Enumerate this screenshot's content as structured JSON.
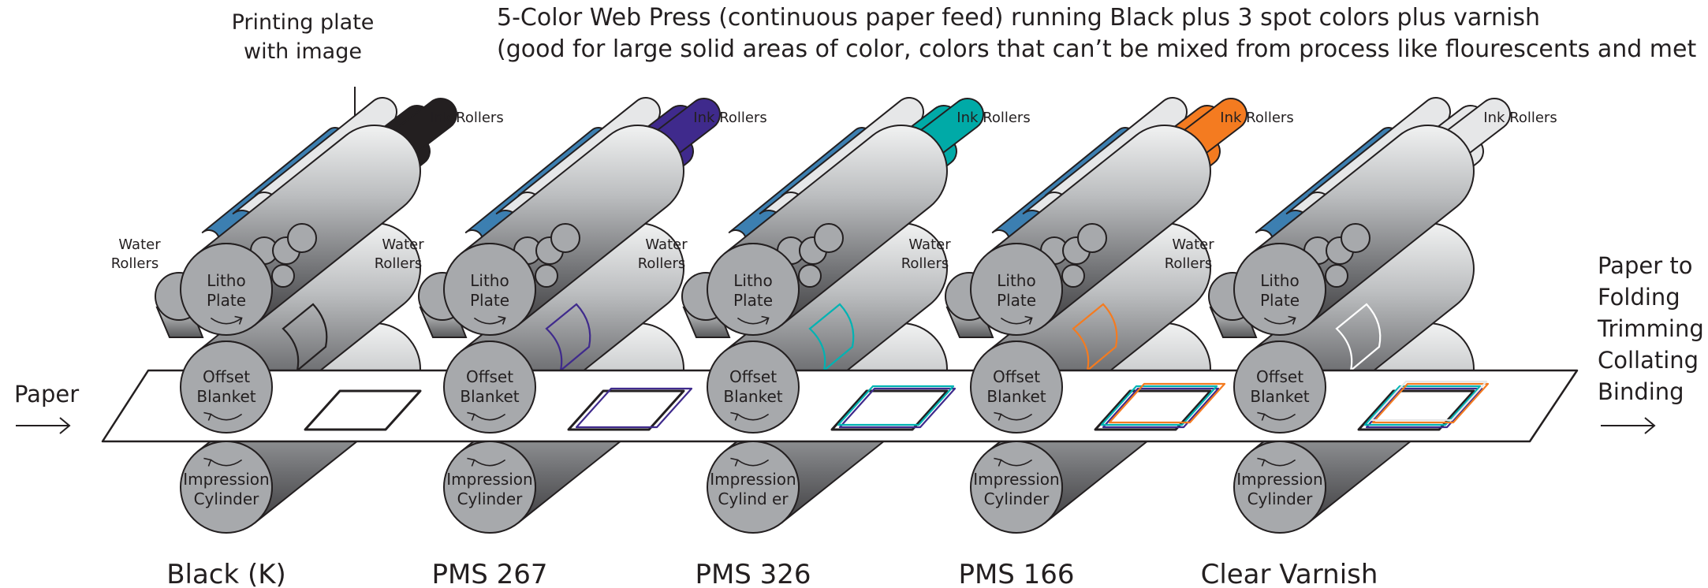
{
  "title": {
    "line1": "5-Color Web Press (continuous paper feed) running Black plus 3 spot colors plus varnish",
    "line2": "(good for large solid areas of color, colors that can’t be mixed from process like flourescents and met"
  },
  "annotations": {
    "printing_plate": [
      "Printing plate",
      "with image"
    ],
    "paper_in": "Paper",
    "paper_out": [
      "Paper to",
      "Folding",
      "Trimming",
      "Collating",
      "Binding"
    ]
  },
  "cylinder_labels": {
    "ink_rollers": "Ink Rollers",
    "water_rollers": [
      "Water",
      "Rollers"
    ],
    "litho_plate": [
      "Litho",
      "Plate"
    ],
    "offset_blanket": [
      "Offset",
      "Blanket"
    ]
  },
  "units": [
    {
      "name": "Black (K)",
      "ink_color": "#231f20",
      "image_color": "#231f20",
      "impression": [
        "Impression",
        "Cylinder"
      ],
      "prints_so_far": [
        "#231f20"
      ]
    },
    {
      "name": "PMS 267",
      "ink_color": "#3f2a8c",
      "image_color": "#3f2a8c",
      "impression": [
        "Impression",
        "Cylinder"
      ],
      "prints_so_far": [
        "#231f20",
        "#3f2a8c"
      ]
    },
    {
      "name": "PMS 326",
      "ink_color": "#00aaa7",
      "image_color": "#00b3b3",
      "impression": [
        "Impression",
        "Cylind er"
      ],
      "prints_so_far": [
        "#231f20",
        "#3f2a8c",
        "#00b3b3"
      ]
    },
    {
      "name": "PMS 166",
      "ink_color": "#f47b20",
      "image_color": "#f47b20",
      "impression": [
        "Impression",
        "Cylinder"
      ],
      "prints_so_far": [
        "#231f20",
        "#3f2a8c",
        "#00b3b3",
        "#f47b20"
      ]
    },
    {
      "name": "Clear Varnish",
      "ink_color": "#e6e7e8",
      "image_color": "#ffffff",
      "impression": [
        "Impression",
        "Cylinder"
      ],
      "prints_so_far": [
        "#231f20",
        "#3f2a8c",
        "#00b3b3",
        "#f47b20",
        "#e6e7e8"
      ]
    }
  ],
  "colors": {
    "water_roller": "#3c7fb1",
    "cylinder_gray": "#a7a9ac",
    "outline": "#231f20",
    "paper": "#ffffff"
  }
}
